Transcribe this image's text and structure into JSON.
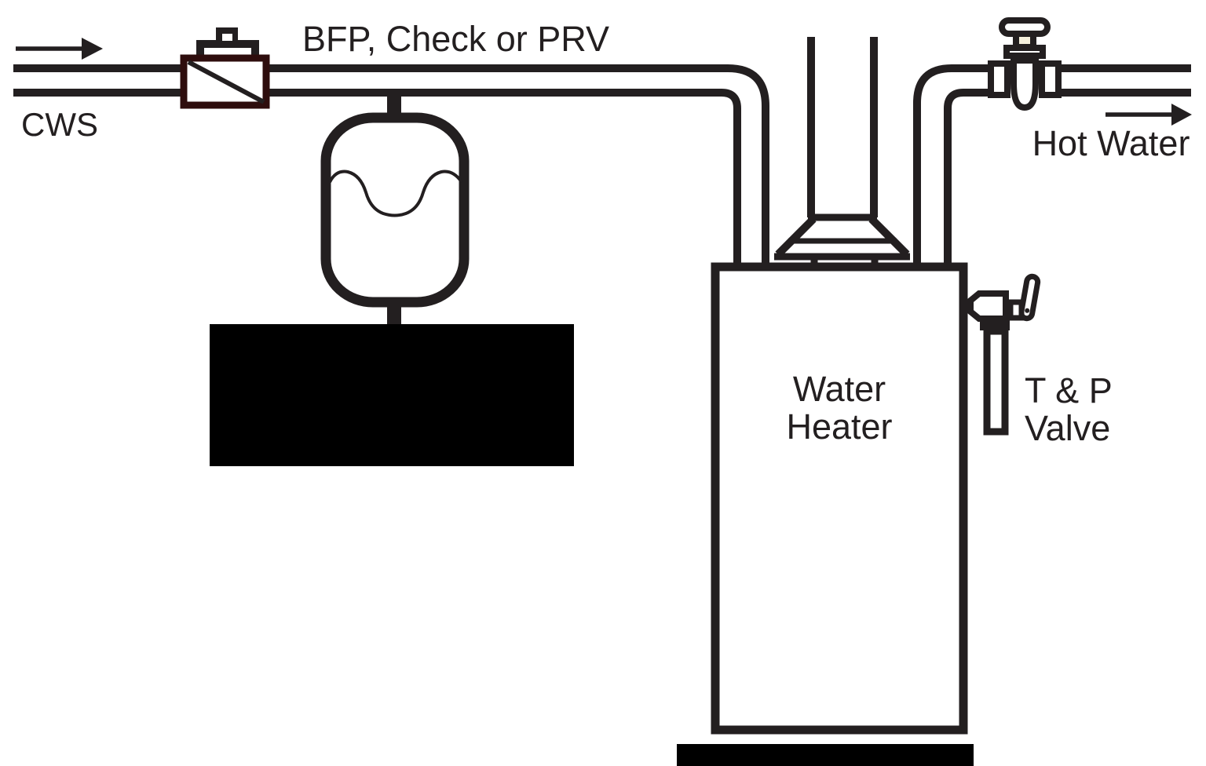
{
  "diagram": {
    "labels": {
      "cws": "CWS",
      "bfp_check_prv": "BFP, Check or PRV",
      "hot_water": "Hot Water",
      "water_heater": [
        "Water",
        "Heater"
      ],
      "tp_valve": [
        "T & P",
        "Valve"
      ]
    },
    "colors": {
      "line": "#231f20",
      "bfp_border": "#2e0d0d",
      "valve_stem": "#f5f0dc",
      "redaction": "#000000",
      "background": "#ffffff"
    },
    "icons": [
      "cws-flow-arrow-icon",
      "hot-water-flow-arrow-icon"
    ],
    "components": [
      "cold-water-supply-pipe",
      "bfp-check-prv-valve",
      "thermal-expansion-tank",
      "redaction-box",
      "water-heater-tank",
      "flue-vent-pipe",
      "draft-hood",
      "hot-water-pipe",
      "hot-water-shutoff-valve",
      "t-and-p-relief-valve",
      "discharge-pipe",
      "redaction-bar"
    ]
  }
}
